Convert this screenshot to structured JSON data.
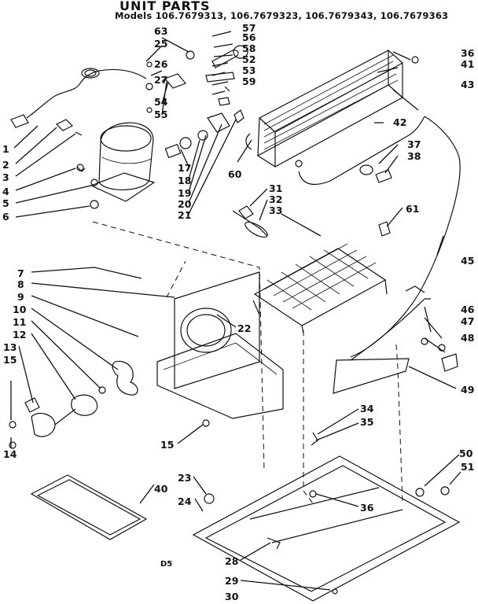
{
  "title": "UNIT PARTS",
  "models": "Models 106.7679313, 106.7679323, 106.7679343, 106.7679363",
  "footer_code": "D5",
  "callouts": [
    "1",
    "2",
    "3",
    "4",
    "5",
    "6",
    "7",
    "8",
    "9",
    "10",
    "11",
    "12",
    "13",
    "14",
    "15",
    "15",
    "17",
    "18",
    "19",
    "20",
    "21",
    "22",
    "23",
    "24",
    "25",
    "26",
    "27",
    "28",
    "29",
    "30",
    "31",
    "32",
    "33",
    "34",
    "35",
    "36",
    "36",
    "37",
    "38",
    "40",
    "41",
    "42",
    "43",
    "45",
    "46",
    "47",
    "48",
    "49",
    "50",
    "51",
    "52",
    "53",
    "54",
    "55",
    "56",
    "57",
    "58",
    "59",
    "60",
    "61",
    "63"
  ]
}
